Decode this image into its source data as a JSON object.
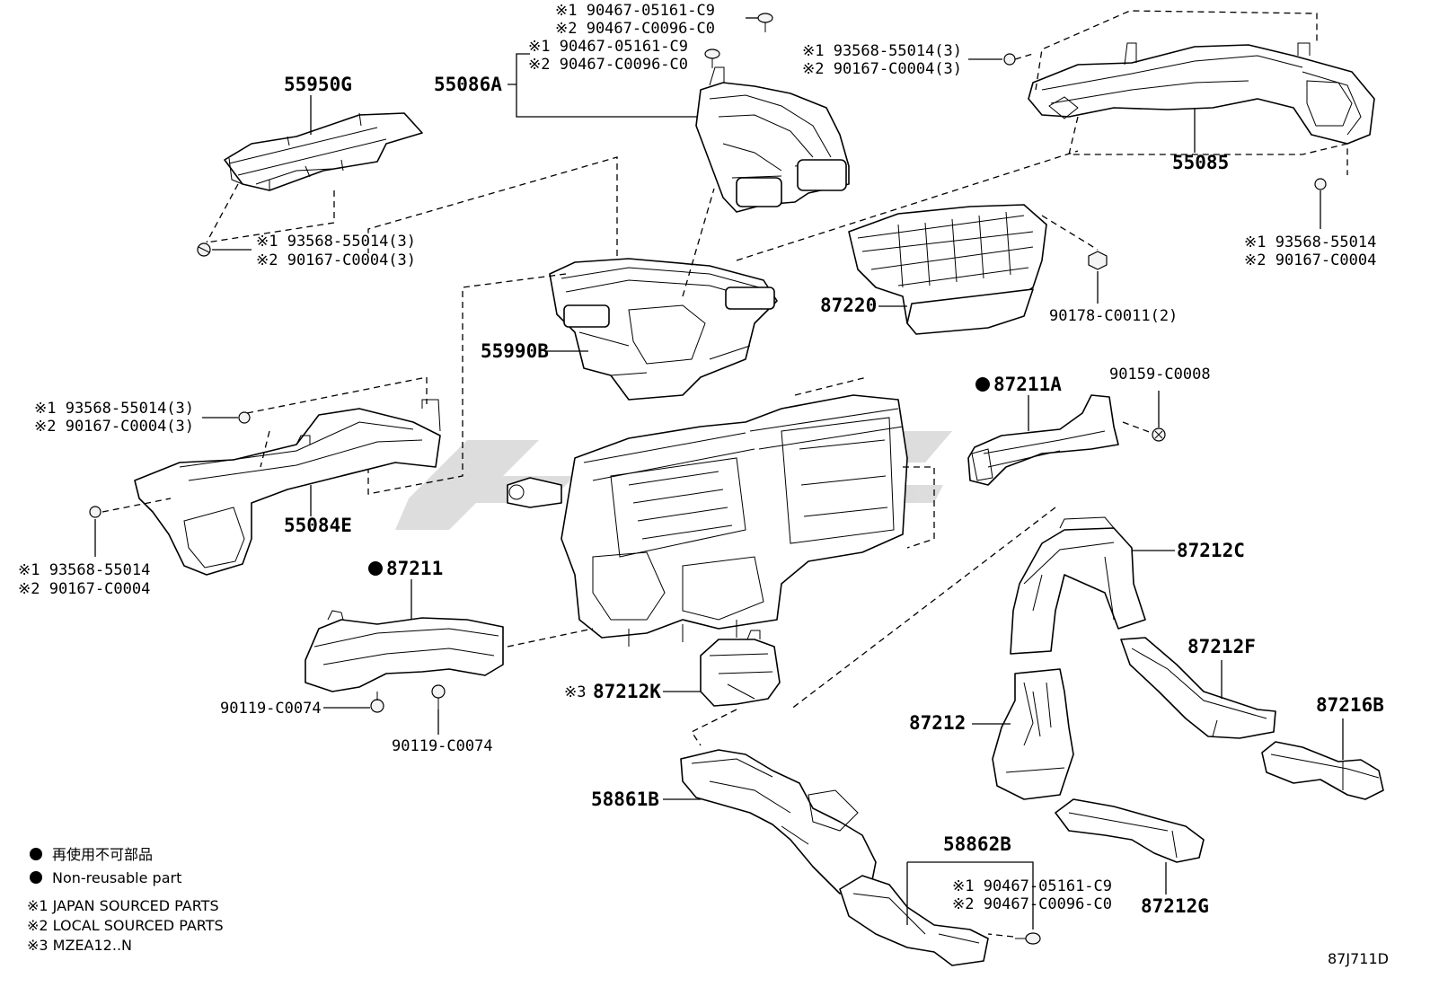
{
  "parts": {
    "p55950g": "55950G",
    "p55086a": "55086A",
    "p55085": "55085",
    "p55990b": "55990B",
    "p87220": "87220",
    "p55084e": "55084E",
    "p87211a": "87211A",
    "p87211": "87211",
    "p87212c": "87212C",
    "p87212f": "87212F",
    "p87212k": "87212K",
    "p87212": "87212",
    "p87216b": "87216B",
    "p58861b": "58861B",
    "p58862b": "58862B",
    "p87212g": "87212G"
  },
  "fasteners": {
    "f90467_05161_c9_a": "※1 90467-05161-C9",
    "f90467_c0096_c0_a": "※2 90467-C0096-C0",
    "f90467_05161_c9_b": "※1 90467-05161-C9",
    "f90467_c0096_c0_b": "※2 90467-C0096-C0",
    "f93568_55014_3_a": "※1 93568-55014(3)",
    "f90167_c0004_3_a": "※2 90167-C0004(3)",
    "f93568_55014_3_b": "※1 93568-55014(3)",
    "f90167_c0004_3_b": "※2 90167-C0004(3)",
    "f93568_55014_3_c": "※1 93568-55014(3)",
    "f90167_c0004_3_c": "※2 90167-C0004(3)",
    "f93568_55014_a": "※1 93568-55014",
    "f90167_c0004_a": "※2 90167-C0004",
    "f93568_55014_b": "※1 93568-55014",
    "f90167_c0004_b": "※2 90167-C0004",
    "f90178_c0011_2": "90178-C0011(2)",
    "f90159_c0008": "90159-C0008",
    "f90119_c0074_a": "90119-C0074",
    "f90119_c0074_b": "90119-C0074",
    "f90467_05161_c9_c": "※1 90467-05161-C9",
    "f90467_c0096_c0_c": "※2 90467-C0096-C0",
    "k3_prefix": "※3"
  },
  "legend": {
    "non_reusable_jp": "再使用不可部品",
    "non_reusable_en": "Non-reusable part",
    "note1": "※1 JAPAN SOURCED PARTS",
    "note2": "※2 LOCAL SOURCED PARTS",
    "note3": "※3 MZEA12..N"
  },
  "diagram_code": "87J711D"
}
